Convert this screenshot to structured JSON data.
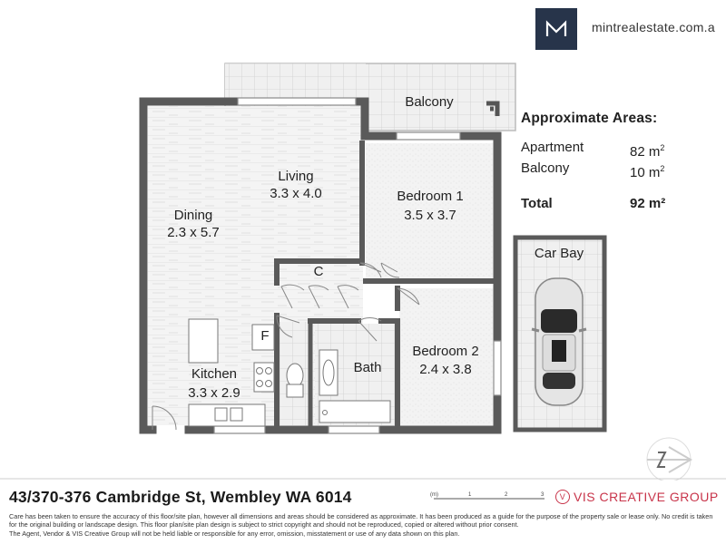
{
  "header": {
    "logo_letter": "M",
    "website": "mintrealestate.com.a"
  },
  "rooms": {
    "balcony": {
      "name": "Balcony"
    },
    "living": {
      "name": "Living",
      "dims": "3.3 x 4.0"
    },
    "dining": {
      "name": "Dining",
      "dims": "2.3 x 5.7"
    },
    "bedroom1": {
      "name": "Bedroom 1",
      "dims": "3.5 x 3.7"
    },
    "bedroom2": {
      "name": "Bedroom 2",
      "dims": "2.4 x 3.8"
    },
    "kitchen": {
      "name": "Kitchen",
      "dims": "3.3 x 2.9"
    },
    "bath": {
      "name": "Bath"
    },
    "cupboard": {
      "name": "C"
    },
    "fridge": {
      "name": "F"
    },
    "carbay": {
      "name": "Car Bay"
    }
  },
  "areas": {
    "title": "Approximate Areas:",
    "apartment_label": "Apartment",
    "apartment_value": "82 m",
    "apartment_sup": "2",
    "balcony_label": "Balcony",
    "balcony_value": "10 m",
    "balcony_sup": "2",
    "total_label": "Total",
    "total_value": "92 m²"
  },
  "footer": {
    "address": "43/370-376 Cambridge St, Wembley WA 6014",
    "scale_unit": "(m)",
    "scale_ticks": [
      "1",
      "2",
      "3"
    ],
    "brand_mark": "V",
    "brand": "VIS CREATIVE GROUP",
    "disclaimer_1": "Care has been taken to ensure the accuracy of this floor/site plan, however all dimensions and areas should be considered as approximate. It has been produced as a guide for the purpose of the property sale or lease only. No credit is taken for the original building or landscape design. This floor plan/site plan design is subject to strict copyright and should not be reproduced, copied or altered without prior consent.",
    "disclaimer_2": "The Agent, Vendor & VIS Creative Group will not be held liable or responsible for any error, omission, misstatement or use of any data shown on this plan."
  },
  "colors": {
    "wall": "#5a5a5a",
    "floor_tile": "#e8e8e8",
    "brand_navy": "#27344a",
    "brand_red": "#c8344a"
  }
}
